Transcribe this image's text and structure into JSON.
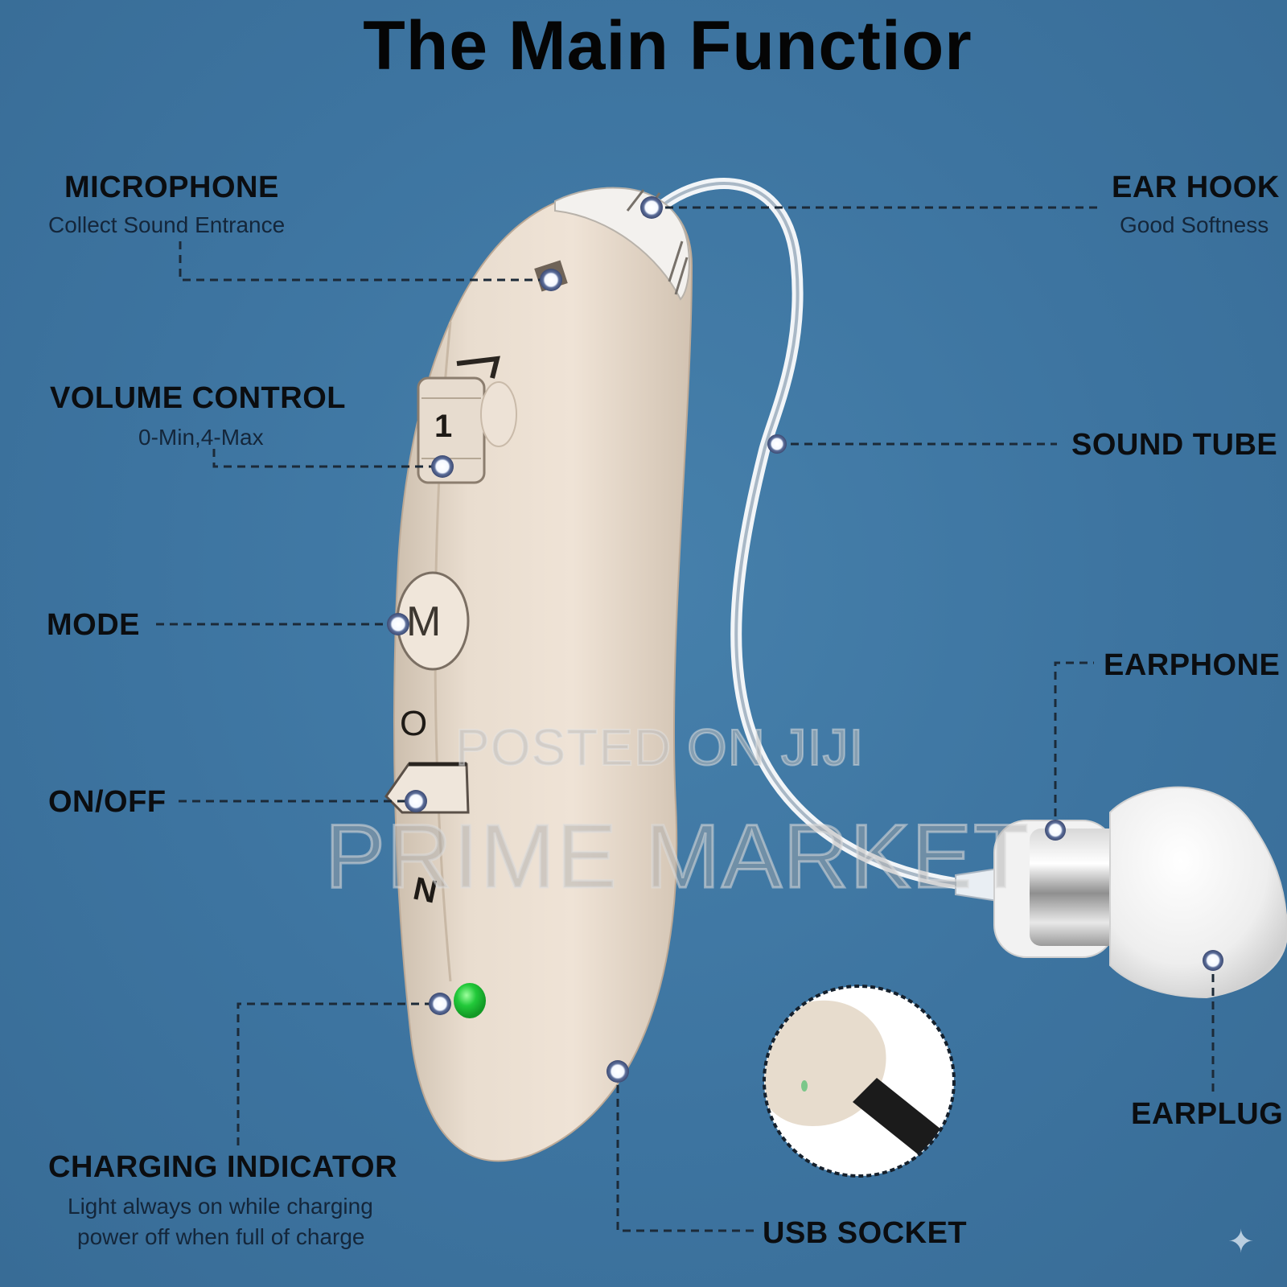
{
  "title": "The Main Functior",
  "callouts": {
    "microphone": {
      "label": "MICROPHONE",
      "description": "Collect Sound Entrance"
    },
    "ear_hook": {
      "label": "EAR HOOK",
      "description": "Good Softness"
    },
    "volume_control": {
      "label": "VOLUME CONTROL",
      "description": "0-Min,4-Max"
    },
    "sound_tube": {
      "label": "SOUND TUBE"
    },
    "mode": {
      "label": "MODE"
    },
    "earphone": {
      "label": "EARPHONE"
    },
    "on_off": {
      "label": "ON/OFF"
    },
    "earplug": {
      "label": "EARPLUG"
    },
    "charging_indicator": {
      "label": "CHARGING INDICATOR",
      "description_line1": "Light always on while charging",
      "description_line2": "power off when full of charge"
    },
    "usb_socket": {
      "label": "USB SOCKET"
    }
  },
  "device_markings": {
    "volume_wheel_digit": "1",
    "mode_button": "M",
    "switch_off": "O",
    "switch_on": "N"
  },
  "watermark": {
    "line1": "POSTED ON JIJI",
    "line2": "PRIME MARKET"
  },
  "colors": {
    "background": "#3f76a1",
    "device_body": "#e6d8c8",
    "callout_line": "#1c2a38",
    "led_green": "#22c93a",
    "title_text": "#050505"
  },
  "icons": {
    "corner_sparkle": "✦"
  }
}
